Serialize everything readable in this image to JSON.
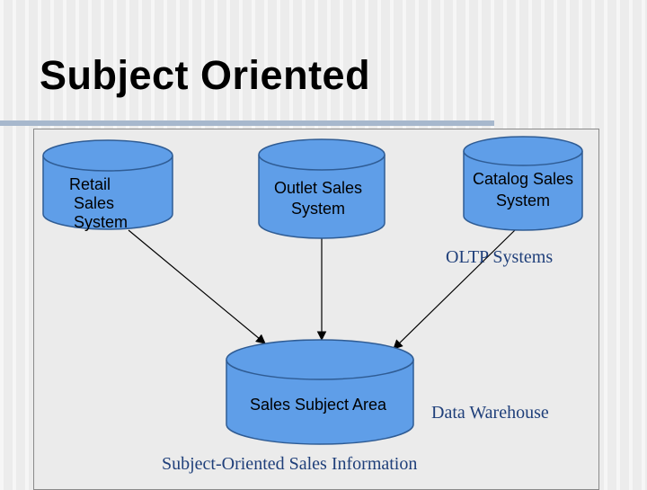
{
  "slide": {
    "title": "Subject Oriented"
  },
  "diagram": {
    "sources": [
      {
        "lines": [
          "Retail",
          "Sales",
          "System"
        ]
      },
      {
        "lines": [
          "Outlet Sales",
          "System"
        ]
      },
      {
        "lines": [
          "Catalog Sales",
          "System"
        ]
      }
    ],
    "target": {
      "label": "Sales Subject Area"
    },
    "labels": {
      "oltp": "OLTP Systems",
      "warehouse": "Data Warehouse",
      "caption": "Subject-Oriented Sales Information"
    },
    "colors": {
      "cylinder_fill": "#5f9ee8",
      "cylinder_stroke": "#2f5c94",
      "caption_text": "#1f3f7a",
      "title_rule": "#a7b8cd"
    }
  }
}
